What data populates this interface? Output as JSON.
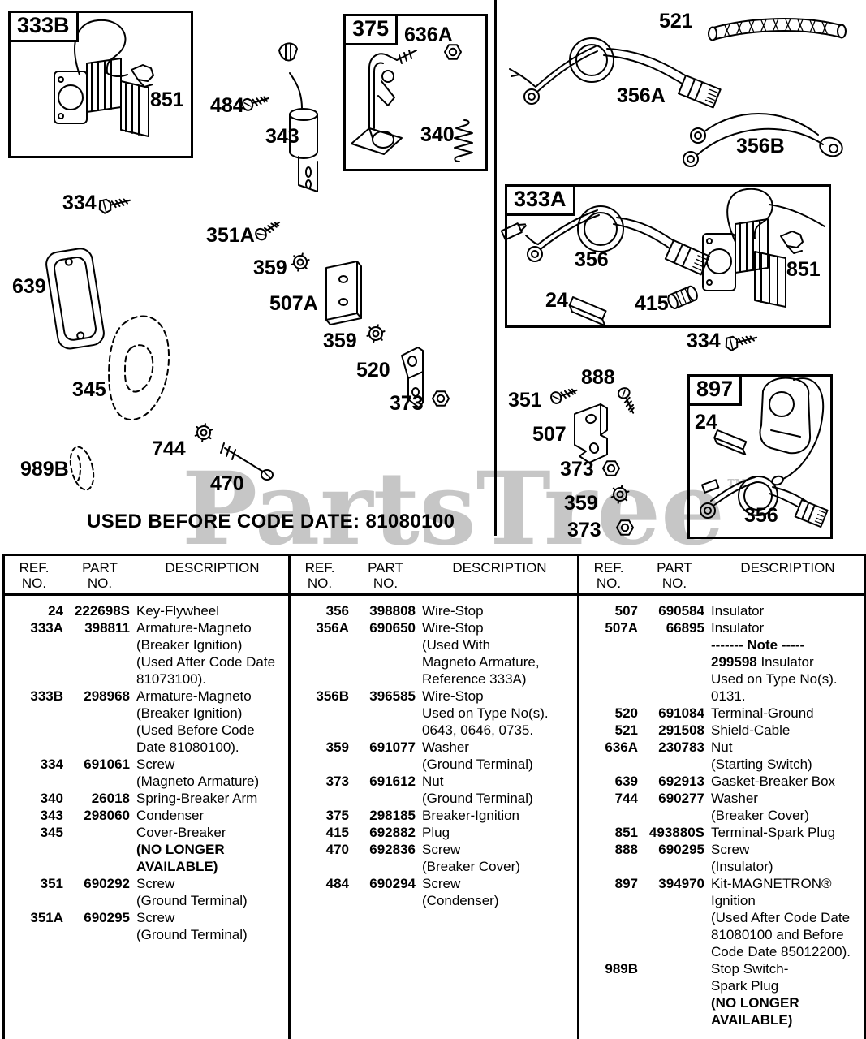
{
  "watermark": {
    "text": "PartsTree",
    "tm": "™",
    "color": "#c6c6c6"
  },
  "diagram": {
    "note": "USED BEFORE CODE DATE: 81080100",
    "boxes": {
      "b333B": "333B",
      "b375": "375",
      "b333A": "333A",
      "b897": "897"
    },
    "labels": [
      {
        "text": "851"
      },
      {
        "text": "484"
      },
      {
        "text": "343"
      },
      {
        "text": "636A"
      },
      {
        "text": "340"
      },
      {
        "text": "334"
      },
      {
        "text": "351A"
      },
      {
        "text": "359"
      },
      {
        "text": "507A"
      },
      {
        "text": "359"
      },
      {
        "text": "520"
      },
      {
        "text": "373"
      },
      {
        "text": "639"
      },
      {
        "text": "345"
      },
      {
        "text": "744"
      },
      {
        "text": "989B"
      },
      {
        "text": "470"
      },
      {
        "text": "521"
      },
      {
        "text": "356A"
      },
      {
        "text": "356B"
      },
      {
        "text": "356"
      },
      {
        "text": "24"
      },
      {
        "text": "415"
      },
      {
        "text": "851"
      },
      {
        "text": "334"
      },
      {
        "text": "888"
      },
      {
        "text": "351"
      },
      {
        "text": "507"
      },
      {
        "text": "373"
      },
      {
        "text": "359"
      },
      {
        "text": "373"
      },
      {
        "text": "24"
      },
      {
        "text": "356"
      }
    ]
  },
  "table": {
    "headers": {
      "ref1": "REF.",
      "ref2": "NO.",
      "part1": "PART",
      "part2": "NO.",
      "desc": "DESCRIPTION"
    },
    "columns": [
      [
        {
          "ref": "24",
          "part": "222698S",
          "desc": [
            [
              [
                "Key-Flywheel",
                false
              ]
            ]
          ]
        },
        {
          "ref": "333A",
          "part": "398811",
          "desc": [
            [
              [
                "Armature-Magneto",
                false
              ]
            ],
            [
              [
                "(Breaker Ignition)",
                false
              ]
            ],
            [
              [
                "(Used After Code Date",
                false
              ]
            ],
            [
              [
                "81073100).",
                false
              ]
            ]
          ]
        },
        {
          "ref": "333B",
          "part": "298968",
          "desc": [
            [
              [
                "Armature-Magneto",
                false
              ]
            ],
            [
              [
                "(Breaker Ignition)",
                false
              ]
            ],
            [
              [
                "(Used Before Code",
                false
              ]
            ],
            [
              [
                "Date 81080100).",
                false
              ]
            ]
          ]
        },
        {
          "ref": "334",
          "part": "691061",
          "desc": [
            [
              [
                "Screw",
                false
              ]
            ],
            [
              [
                "(Magneto Armature)",
                false
              ]
            ]
          ]
        },
        {
          "ref": "340",
          "part": "26018",
          "desc": [
            [
              [
                "Spring-Breaker Arm",
                false
              ]
            ]
          ]
        },
        {
          "ref": "343",
          "part": "298060",
          "desc": [
            [
              [
                "Condenser",
                false
              ]
            ]
          ]
        },
        {
          "ref": "345",
          "part": "",
          "desc": [
            [
              [
                "Cover-Breaker",
                false
              ]
            ],
            [
              [
                "(NO LONGER",
                true
              ]
            ],
            [
              [
                "AVAILABLE)",
                true
              ]
            ]
          ]
        },
        {
          "ref": "351",
          "part": "690292",
          "desc": [
            [
              [
                "Screw",
                false
              ]
            ],
            [
              [
                "(Ground Terminal)",
                false
              ]
            ]
          ]
        },
        {
          "ref": "351A",
          "part": "690295",
          "desc": [
            [
              [
                "Screw",
                false
              ]
            ],
            [
              [
                "(Ground Terminal)",
                false
              ]
            ]
          ]
        }
      ],
      [
        {
          "ref": "356",
          "part": "398808",
          "desc": [
            [
              [
                "Wire-Stop",
                false
              ]
            ]
          ]
        },
        {
          "ref": "356A",
          "part": "690650",
          "desc": [
            [
              [
                "Wire-Stop",
                false
              ]
            ],
            [
              [
                "(Used With",
                false
              ]
            ],
            [
              [
                "Magneto Armature,",
                false
              ]
            ],
            [
              [
                "Reference 333A)",
                false
              ]
            ]
          ]
        },
        {
          "ref": "356B",
          "part": "396585",
          "desc": [
            [
              [
                "Wire-Stop",
                false
              ]
            ],
            [
              [
                "Used on Type No(s).",
                false
              ]
            ],
            [
              [
                "0643, 0646, 0735.",
                false
              ]
            ]
          ]
        },
        {
          "ref": "359",
          "part": "691077",
          "desc": [
            [
              [
                "Washer",
                false
              ]
            ],
            [
              [
                "(Ground Terminal)",
                false
              ]
            ]
          ]
        },
        {
          "ref": "373",
          "part": "691612",
          "desc": [
            [
              [
                "Nut",
                false
              ]
            ],
            [
              [
                "(Ground Terminal)",
                false
              ]
            ]
          ]
        },
        {
          "ref": "375",
          "part": "298185",
          "desc": [
            [
              [
                "Breaker-Ignition",
                false
              ]
            ]
          ]
        },
        {
          "ref": "415",
          "part": "692882",
          "desc": [
            [
              [
                "Plug",
                false
              ]
            ]
          ]
        },
        {
          "ref": "470",
          "part": "692836",
          "desc": [
            [
              [
                "Screw",
                false
              ]
            ],
            [
              [
                "(Breaker Cover)",
                false
              ]
            ]
          ]
        },
        {
          "ref": "484",
          "part": "690294",
          "desc": [
            [
              [
                "Screw",
                false
              ]
            ],
            [
              [
                "(Condenser)",
                false
              ]
            ]
          ]
        }
      ],
      [
        {
          "ref": "507",
          "part": "690584",
          "desc": [
            [
              [
                "Insulator",
                false
              ]
            ]
          ]
        },
        {
          "ref": "507A",
          "part": "66895",
          "desc": [
            [
              [
                "Insulator",
                false
              ]
            ],
            [
              [
                "------- Note -----",
                true
              ]
            ],
            [
              [
                "299598 ",
                true
              ],
              [
                "Insulator",
                false
              ]
            ],
            [
              [
                "Used on Type No(s).",
                false
              ]
            ],
            [
              [
                "0131.",
                false
              ]
            ]
          ]
        },
        {
          "ref": "520",
          "part": "691084",
          "desc": [
            [
              [
                "Terminal-Ground",
                false
              ]
            ]
          ]
        },
        {
          "ref": "521",
          "part": "291508",
          "desc": [
            [
              [
                "Shield-Cable",
                false
              ]
            ]
          ]
        },
        {
          "ref": "636A",
          "part": "230783",
          "desc": [
            [
              [
                "Nut",
                false
              ]
            ],
            [
              [
                "(Starting Switch)",
                false
              ]
            ]
          ]
        },
        {
          "ref": "639",
          "part": "692913",
          "desc": [
            [
              [
                "Gasket-Breaker Box",
                false
              ]
            ]
          ]
        },
        {
          "ref": "744",
          "part": "690277",
          "desc": [
            [
              [
                "Washer",
                false
              ]
            ],
            [
              [
                "(Breaker Cover)",
                false
              ]
            ]
          ]
        },
        {
          "ref": "851",
          "part": "493880S",
          "desc": [
            [
              [
                "Terminal-Spark Plug",
                false
              ]
            ]
          ]
        },
        {
          "ref": "888",
          "part": "690295",
          "desc": [
            [
              [
                "Screw",
                false
              ]
            ],
            [
              [
                "(Insulator)",
                false
              ]
            ]
          ]
        },
        {
          "ref": "897",
          "part": "394970",
          "desc": [
            [
              [
                "Kit-MAGNETRON®",
                false
              ]
            ],
            [
              [
                "Ignition",
                false
              ]
            ],
            [
              [
                "(Used After Code Date",
                false
              ]
            ],
            [
              [
                "81080100 and Before",
                false
              ]
            ],
            [
              [
                "Code Date 85012200).",
                false
              ]
            ]
          ]
        },
        {
          "ref": "989B",
          "part": "",
          "desc": [
            [
              [
                "Stop Switch-",
                false
              ]
            ],
            [
              [
                "Spark Plug",
                false
              ]
            ],
            [
              [
                "(NO LONGER",
                true
              ]
            ],
            [
              [
                "AVAILABLE)",
                true
              ]
            ]
          ]
        }
      ]
    ]
  }
}
